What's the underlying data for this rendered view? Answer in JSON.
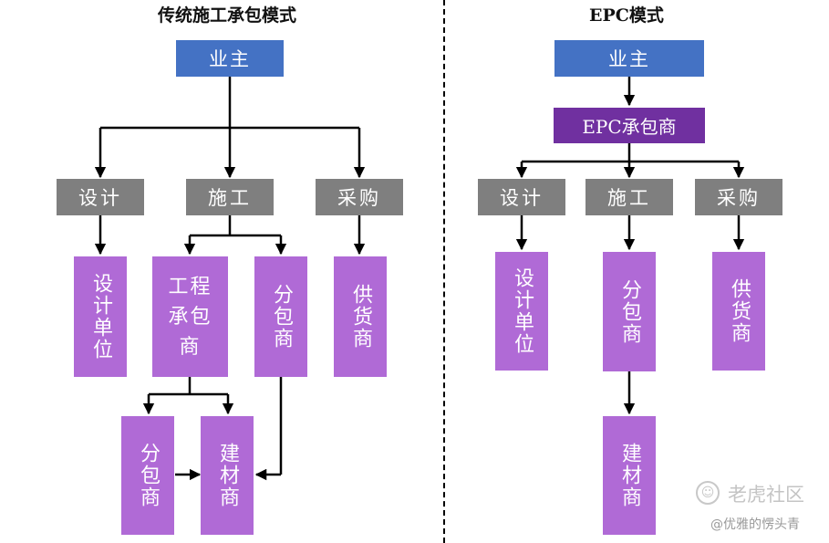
{
  "left": {
    "title": "传统施工承包模式",
    "owner": "业主",
    "categories": [
      "设计",
      "施工",
      "采购"
    ],
    "design_unit": "设计单位",
    "engineering_contractor": "工程承包商",
    "subcontractor": "分包商",
    "supplier": "供货商",
    "sub_subcontractor": "分包商",
    "builder": "建材商"
  },
  "right": {
    "title": "EPC模式",
    "owner": "业主",
    "epc_contractor": "EPC承包商",
    "categories": [
      "设计",
      "施工",
      "采购"
    ],
    "design_unit": "设计单位",
    "subcontractor": "分包商",
    "supplier": "供货商",
    "builder": "建材商"
  },
  "watermark": {
    "logo": "☺",
    "text": "老虎社区",
    "user": "@优雅的愣头青"
  },
  "colors": {
    "owner": "#4472c4",
    "epc": "#7030a0",
    "category": "#7f7f7f",
    "organization": "#b06ad6",
    "connector": "#000000"
  }
}
